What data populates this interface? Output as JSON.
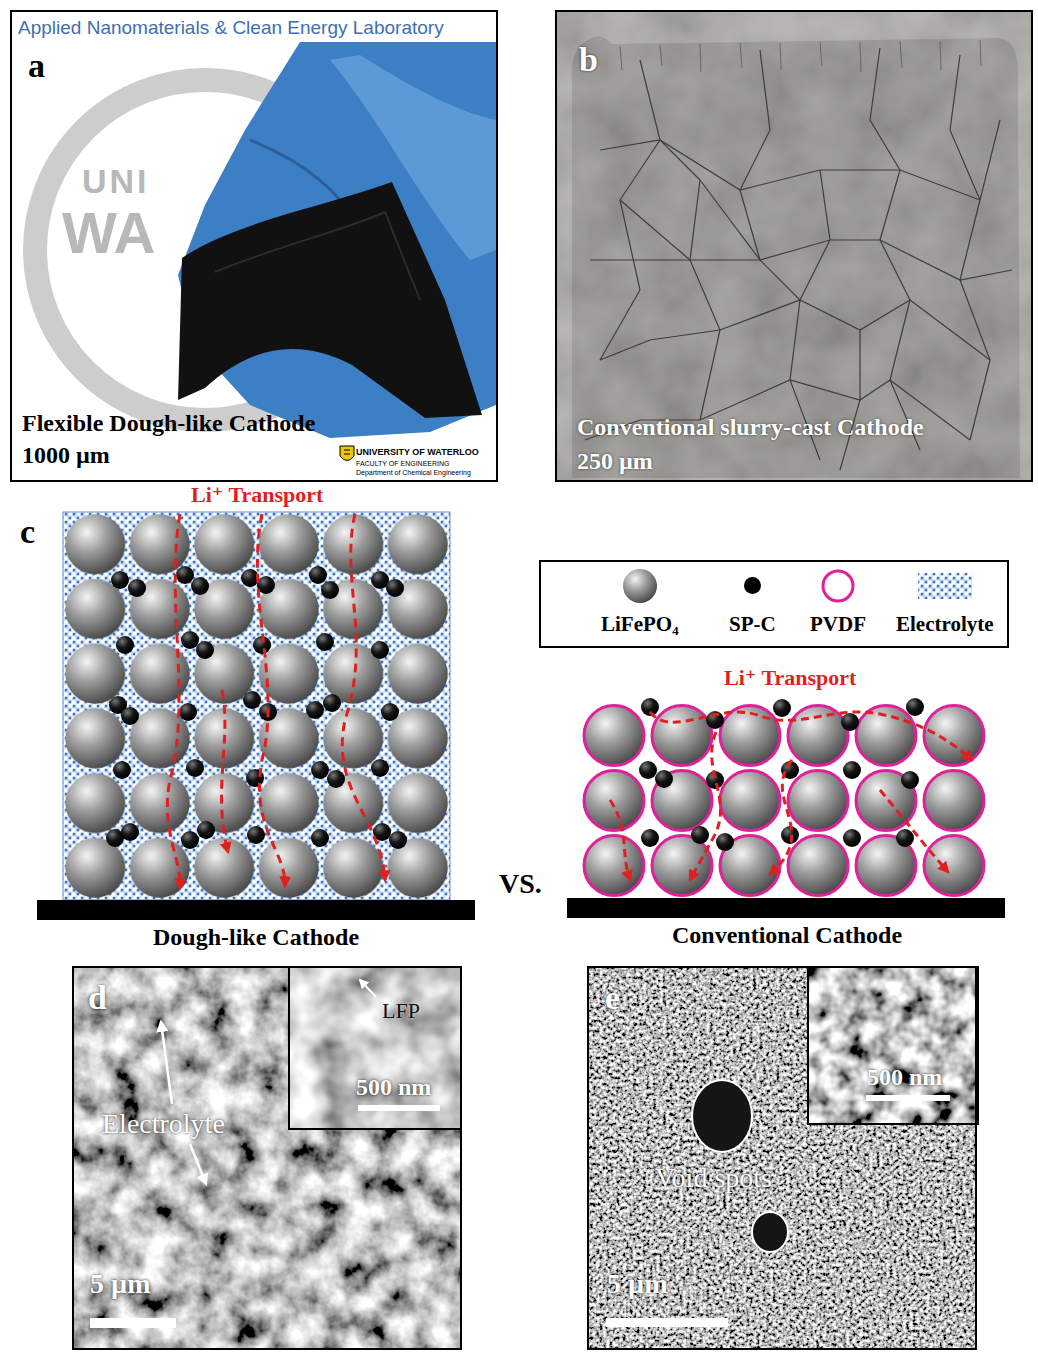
{
  "diagram": {
    "nodes": [
      {
        "text": [
          "Applied Nanomaterials & Clean Energy Laboratory",
          "a",
          "UNI",
          "WA",
          "Flexible Dough-like Cathode",
          "1000 µm",
          "UNIVERSITY OF WATERLOO",
          "FACULTY OF ENGINEERING",
          "Department of Chemical Engineering"
        ]
      },
      {
        "text": [
          "b",
          "Conventional slurry-cast Cathode",
          "250 µm"
        ]
      },
      {
        "text": [
          "d",
          "Electrolyte",
          "5 µm"
        ]
      },
      {
        "text": [
          "LFP",
          "500 nm"
        ],
        "in": 2
      },
      {
        "text": [
          "e",
          "Void spots",
          "5 µm"
        ]
      },
      {
        "text": [
          "500 nm"
        ],
        "in": 4
      }
    ],
    "labels": [
      "c",
      "Li⁺ Transport",
      "Li⁺ Transport",
      "VS.",
      "Dough-like Cathode",
      "Conventional Cathode"
    ],
    "legend": [
      {
        "text": "LiFePO₄"
      },
      {
        "text": "SP-C",
        "color": "#000000"
      },
      {
        "text": "PVDF"
      },
      {
        "text": "Electrolyte"
      }
    ]
  }
}
